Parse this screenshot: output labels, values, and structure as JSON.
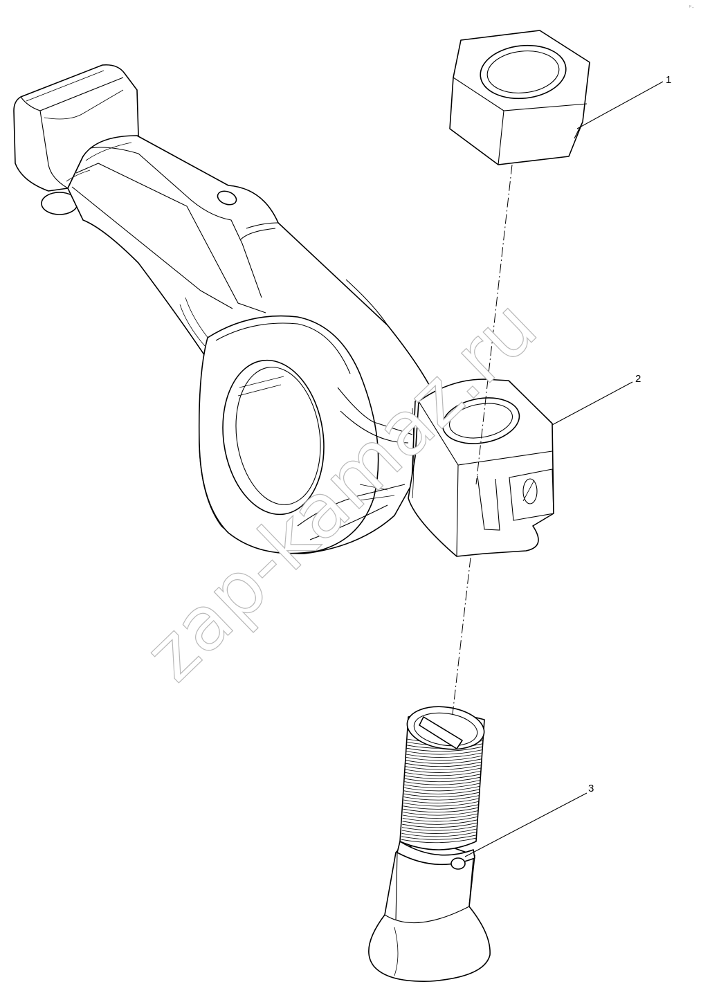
{
  "callouts": [
    {
      "id": "callout-1",
      "label": "1",
      "part": "nut"
    },
    {
      "id": "callout-2",
      "label": "2",
      "part": "rocker-arm"
    },
    {
      "id": "callout-3",
      "label": "3",
      "part": "adjusting-screw"
    }
  ],
  "watermark": {
    "text": "zap-kamaz.ru"
  },
  "corner_mark": {
    "text": "ᵖ ̵"
  },
  "colors": {
    "line": "#000000",
    "background": "#ffffff",
    "watermark_outline": "#b8b8b8"
  }
}
